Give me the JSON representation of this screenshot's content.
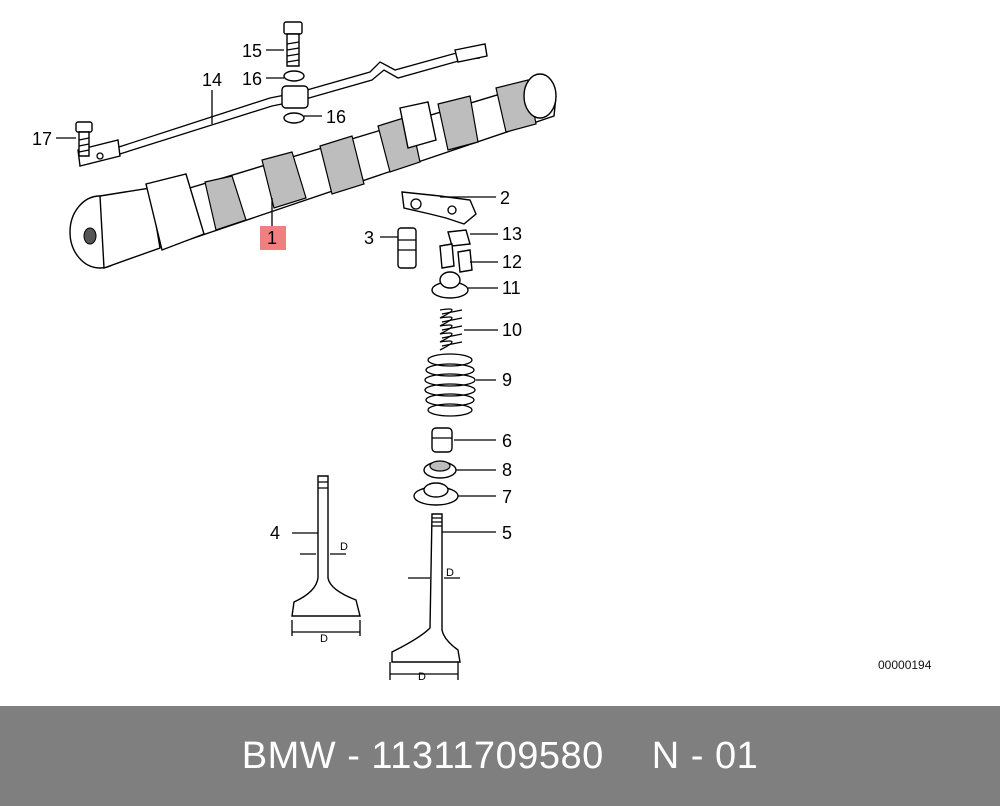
{
  "diagram": {
    "callouts": {
      "p1": "1",
      "p2": "2",
      "p3": "3",
      "p4": "4",
      "p5": "5",
      "p6": "6",
      "p7": "7",
      "p8": "8",
      "p9": "9",
      "p10": "10",
      "p11": "11",
      "p12": "12",
      "p13": "13",
      "p14": "14",
      "p15": "15",
      "p16a": "16",
      "p16b": "16",
      "p17": "17"
    },
    "dimension_label": "D",
    "highlighted_callout": "1",
    "highlight_color": "#f08080",
    "reference_code": "00000194"
  },
  "footer": {
    "part_text": "BMW - 11311709580",
    "variant_text": "N - 01",
    "background": "#7f7f7f"
  }
}
